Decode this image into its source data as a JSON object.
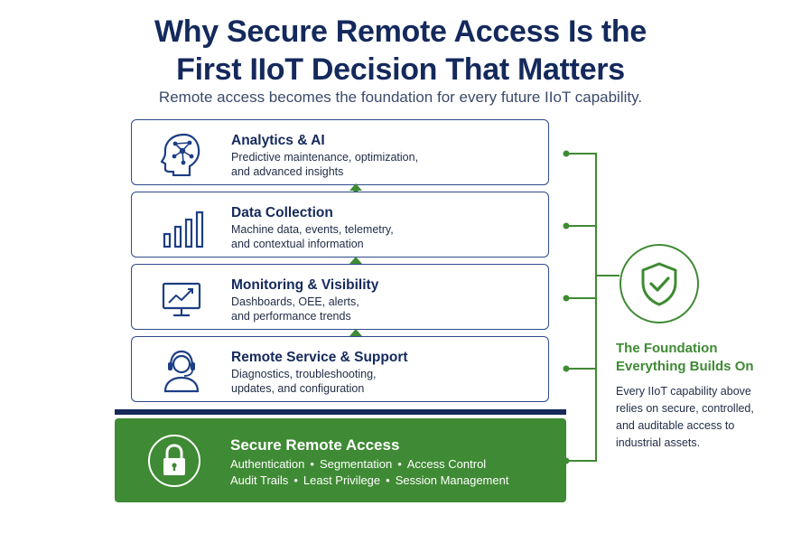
{
  "title_line1": "Why Secure Remote Access Is the",
  "title_line2": "First IIoT Decision That Matters",
  "subtitle": "Remote access becomes the foundation for every future IIoT capability.",
  "layers": [
    {
      "title": "Analytics & AI",
      "line1": "Predictive maintenance, optimization,",
      "line2": "and advanced insights",
      "icon": "brain-network-icon"
    },
    {
      "title": "Data Collection",
      "line1": "Machine data, events, telemetry,",
      "line2": "and contextual information",
      "icon": "bar-chart-icon"
    },
    {
      "title": "Monitoring & Visibility",
      "line1": "Dashboards, OEE, alerts,",
      "line2": "and performance trends",
      "icon": "monitor-trend-icon"
    },
    {
      "title": "Remote Service & Support",
      "line1": "Diagnostics, troubleshooting,",
      "line2": "updates, and configuration",
      "icon": "headset-agent-icon"
    }
  ],
  "foundation": {
    "title": "Secure Remote Access",
    "row1": [
      "Authentication",
      "Segmentation",
      "Access Control"
    ],
    "row2": [
      "Audit Trails",
      "Least Privilege",
      "Session Management"
    ],
    "separator": "•",
    "icon": "lock-icon"
  },
  "side": {
    "title_line1": "The Foundation",
    "title_line2": "Everything Builds On",
    "text_line1": "Every IIoT capability above",
    "text_line2": "relies on secure, controlled,",
    "text_line3": "and auditable access to",
    "text_line4": "industrial assets.",
    "icon": "shield-check-icon"
  },
  "colors": {
    "navy": "#14295c",
    "border": "#2c4a8a",
    "green": "#3f8a34"
  }
}
